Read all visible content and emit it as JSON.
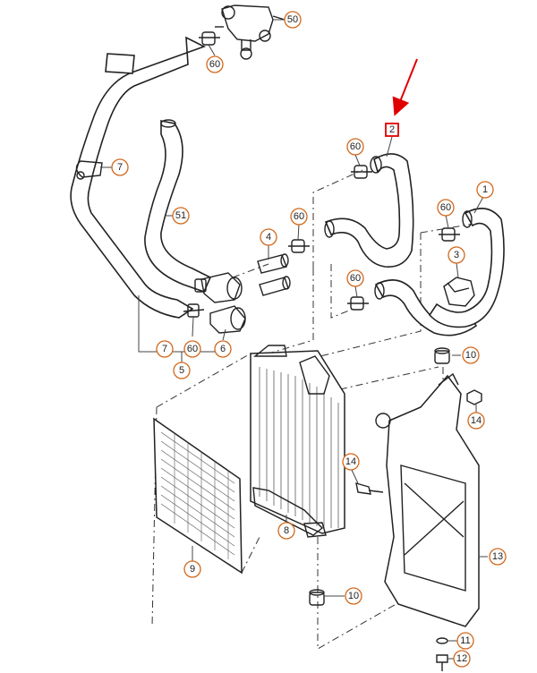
{
  "callouts": {
    "c50": "50",
    "c60_top": "60",
    "c7_top": "7",
    "c51": "51",
    "c2": "2",
    "c60_a": "60",
    "c60_b": "60",
    "c4": "4",
    "c60_c": "60",
    "c1": "1",
    "c60_d": "60",
    "c3": "3",
    "c7_bottom": "7",
    "c60_bottom": "60",
    "c6": "6",
    "c5": "5",
    "c10_top": "10",
    "c14_right": "14",
    "c14_mid": "14",
    "c8": "8",
    "c9": "9",
    "c13": "13",
    "c10_bottom": "10",
    "c11": "11",
    "c12": "12"
  },
  "colors": {
    "callout_ring": "#d2691e",
    "highlight": "#e00000",
    "line": "#222222"
  },
  "highlighted_part": "2"
}
